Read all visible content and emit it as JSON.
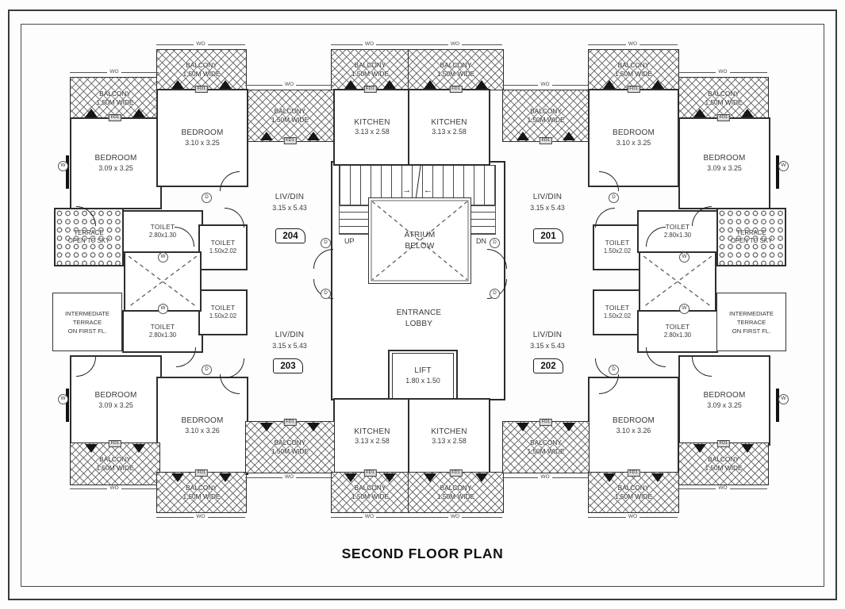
{
  "title": "SECOND FLOOR PLAN",
  "labels": {
    "bedroom": "BEDROOM",
    "kitchen": "KITCHEN",
    "livdin": "LIV/DIN",
    "toilet": "TOILET",
    "lift": "LIFT",
    "balcony_l1": "BALCONY",
    "balcony_l2": "1.50M WIDE",
    "atrium_l1": "ATRIUM",
    "atrium_l2": "BELOW",
    "lobby_l1": "ENTRANCE",
    "lobby_l2": "LOBBY",
    "terrace_l1": "TERRACE",
    "terrace_l2": "OPEN TO SKY",
    "iterrace_l1": "INTERMEDIATE",
    "iterrace_l2": "TERRACE",
    "iterrace_l3": "ON FIRST FL.",
    "up": "UP",
    "dn": "DN",
    "wo": "WO",
    "fd1": "FD1",
    "d": "D",
    "w": "W"
  },
  "dims": {
    "bedroom_outer": "3.09 x 3.25",
    "bedroom_inner_top": "3.10 x 3.25",
    "bedroom_inner_bottom": "3.10 x 3.26",
    "kitchen": "3.13 x 2.58",
    "livdin": "3.15 x 5.43",
    "toilet_wide": "2.80x1.30",
    "toilet_narrow": "1.50x2.02",
    "lift": "1.80 x 1.50"
  },
  "units": {
    "u201": "201",
    "u202": "202",
    "u203": "203",
    "u204": "204"
  },
  "icons": {
    "arrow_right": "→",
    "arrow_left": "←"
  }
}
